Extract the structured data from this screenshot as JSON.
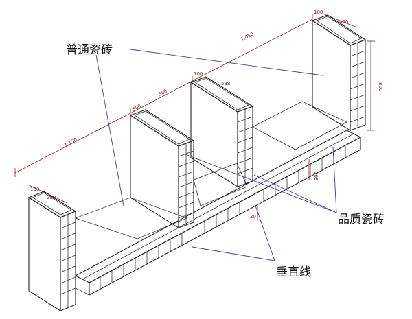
{
  "labels": {
    "ordinary_brick": "普通瓷砖",
    "quality_brick": "品质瓷砖",
    "vertical_line": "垂直线"
  },
  "dimensions": {
    "d100_left": "100",
    "d250_left": "250",
    "d1150": "1,150",
    "d300": "300",
    "d500": "500",
    "d100_mid": "100",
    "d588": "588",
    "d1050": "1,050",
    "d100_right": "100",
    "d450": "450",
    "d800": "800",
    "d168": "168",
    "d20": "20"
  }
}
